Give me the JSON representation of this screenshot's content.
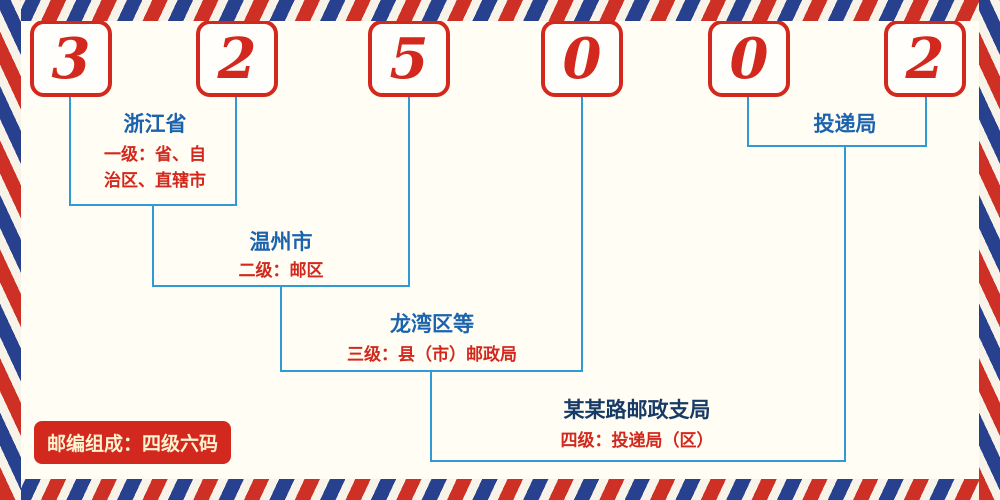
{
  "code": {
    "digits": [
      "3",
      "2",
      "5",
      "0",
      "0",
      "2"
    ]
  },
  "annotations": {
    "province": {
      "name": "浙江省",
      "desc_line1": "一级：省、自",
      "desc_line2": "治区、直辖市"
    },
    "city": {
      "name": "温州市",
      "desc": "二级：邮区"
    },
    "county": {
      "name": "龙湾区等",
      "desc": "三级：县（市）邮政局"
    },
    "branch": {
      "name": "某某路邮政支局",
      "desc": "四级：投递局（区）"
    },
    "delivery": {
      "name": "投递局"
    }
  },
  "legend": {
    "text": "邮编组成：四级六码"
  },
  "colors": {
    "digit_red": "#d3281d",
    "line_blue": "#2e9ad6",
    "title_blue": "#1c63ae",
    "branch_navy": "#173a66",
    "desc_red": "#d3281d",
    "badge_bg": "#d3281d",
    "badge_text": "#fdf3cf",
    "background": "#fffdf4",
    "border_red": "#cf3026",
    "border_blue": "#27418f"
  }
}
